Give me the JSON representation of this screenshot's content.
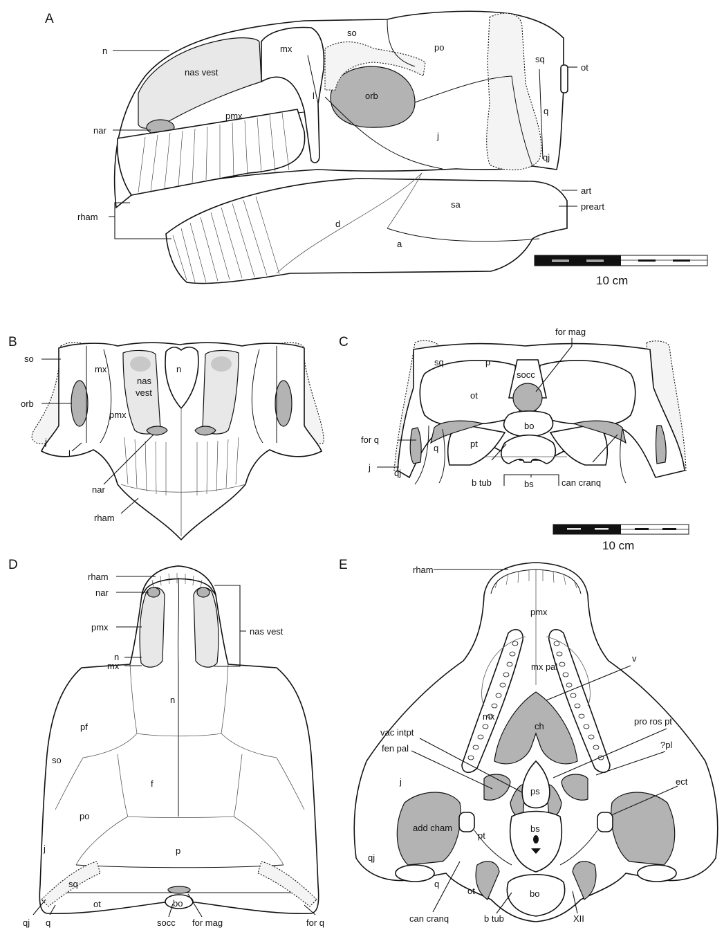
{
  "panels": {
    "A": {
      "letter": "A",
      "labels": {
        "n": "n",
        "nas_vest": "nas vest",
        "mx": "mx",
        "so": "so",
        "po": "po",
        "sq": "sq",
        "ot": "ot",
        "l": "l",
        "orb": "orb",
        "pmx": "pmx",
        "nar": "nar",
        "j": "j",
        "q": "q",
        "qj": "qj",
        "rham": "rham",
        "d": "d",
        "sa": "sa",
        "a": "a",
        "art": "art",
        "preart": "preart"
      },
      "scale_label": "10 cm"
    },
    "B": {
      "letter": "B",
      "labels": {
        "so": "so",
        "mx": "mx",
        "nas_vest": "nas\nvest",
        "nas": "nas",
        "vest": "vest",
        "n": "n",
        "orb": "orb",
        "pmx": "pmx",
        "j": "j",
        "l": "l",
        "nar": "nar",
        "rham": "rham"
      }
    },
    "C": {
      "letter": "C",
      "labels": {
        "for_mag": "for mag",
        "sq": "sq",
        "p": "p",
        "socc": "socc",
        "ot": "ot",
        "bo": "bo",
        "for_q": "for q",
        "q": "q",
        "pt": "pt",
        "j": "j",
        "qj": "qj",
        "b_tub": "b tub",
        "bs": "bs",
        "can_cranq": "can cranq"
      },
      "scale_label": "10 cm"
    },
    "D": {
      "letter": "D",
      "labels": {
        "rham": "rham",
        "nar": "nar",
        "pmx": "pmx",
        "nas_vest": "nas vest",
        "n_small": "n",
        "mx": "mx",
        "n": "n",
        "pf": "pf",
        "so": "so",
        "f": "f",
        "po": "po",
        "j": "j",
        "p": "p",
        "sq": "sq",
        "ot": "ot",
        "bo": "bo",
        "qj": "qj",
        "q": "q",
        "socc": "socc",
        "for_mag": "for mag",
        "for_q": "for q"
      }
    },
    "E": {
      "letter": "E",
      "labels": {
        "rham": "rham",
        "pmx": "pmx",
        "v": "v",
        "mx_pal": "mx pal",
        "pro_ros_pt": "pro ros pt",
        "mx": "mx",
        "ch": "ch",
        "q_pl": "?pl",
        "vac_intpt": "vac intpt",
        "fen_pal": "fen pal",
        "ect": "ect",
        "j": "j",
        "ps": "ps",
        "add_cham": "add cham",
        "pt": "pt",
        "bs": "bs",
        "qj": "qj",
        "q": "q",
        "ot": "ot",
        "bo": "bo",
        "can_cranq": "can cranq",
        "b_tub": "b tub",
        "xii": "XII"
      }
    }
  },
  "colors": {
    "line": "#111111",
    "fill_grey": "#b3b3b3",
    "fill_light": "#e8e8e8",
    "background": "#ffffff"
  }
}
